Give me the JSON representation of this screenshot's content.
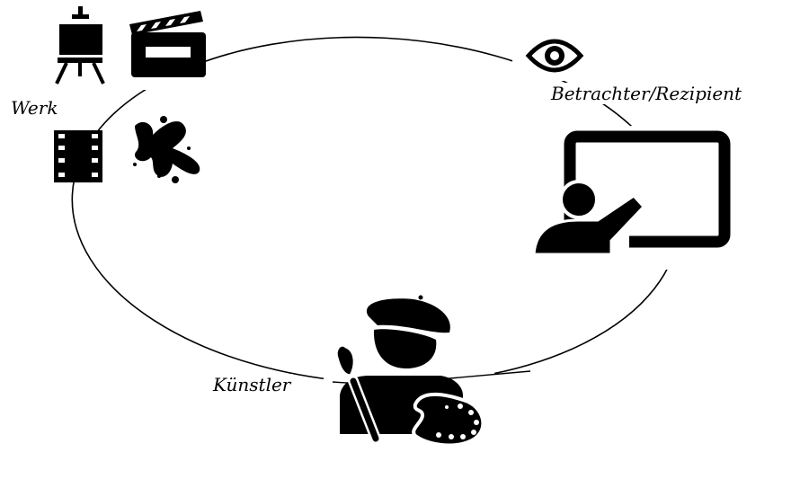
{
  "labels": {
    "work": "Werk",
    "viewer": "Betrachter/Rezipient",
    "artist": "Künstler"
  },
  "icons": [
    "easel-icon",
    "clapperboard-icon",
    "film-strip-icon",
    "paint-splash-icon",
    "eye-icon",
    "presenter-board-icon",
    "painter-icon",
    "brush-icon",
    "palette-icon"
  ],
  "colors": {
    "stroke": "#000000",
    "background": "#ffffff"
  }
}
